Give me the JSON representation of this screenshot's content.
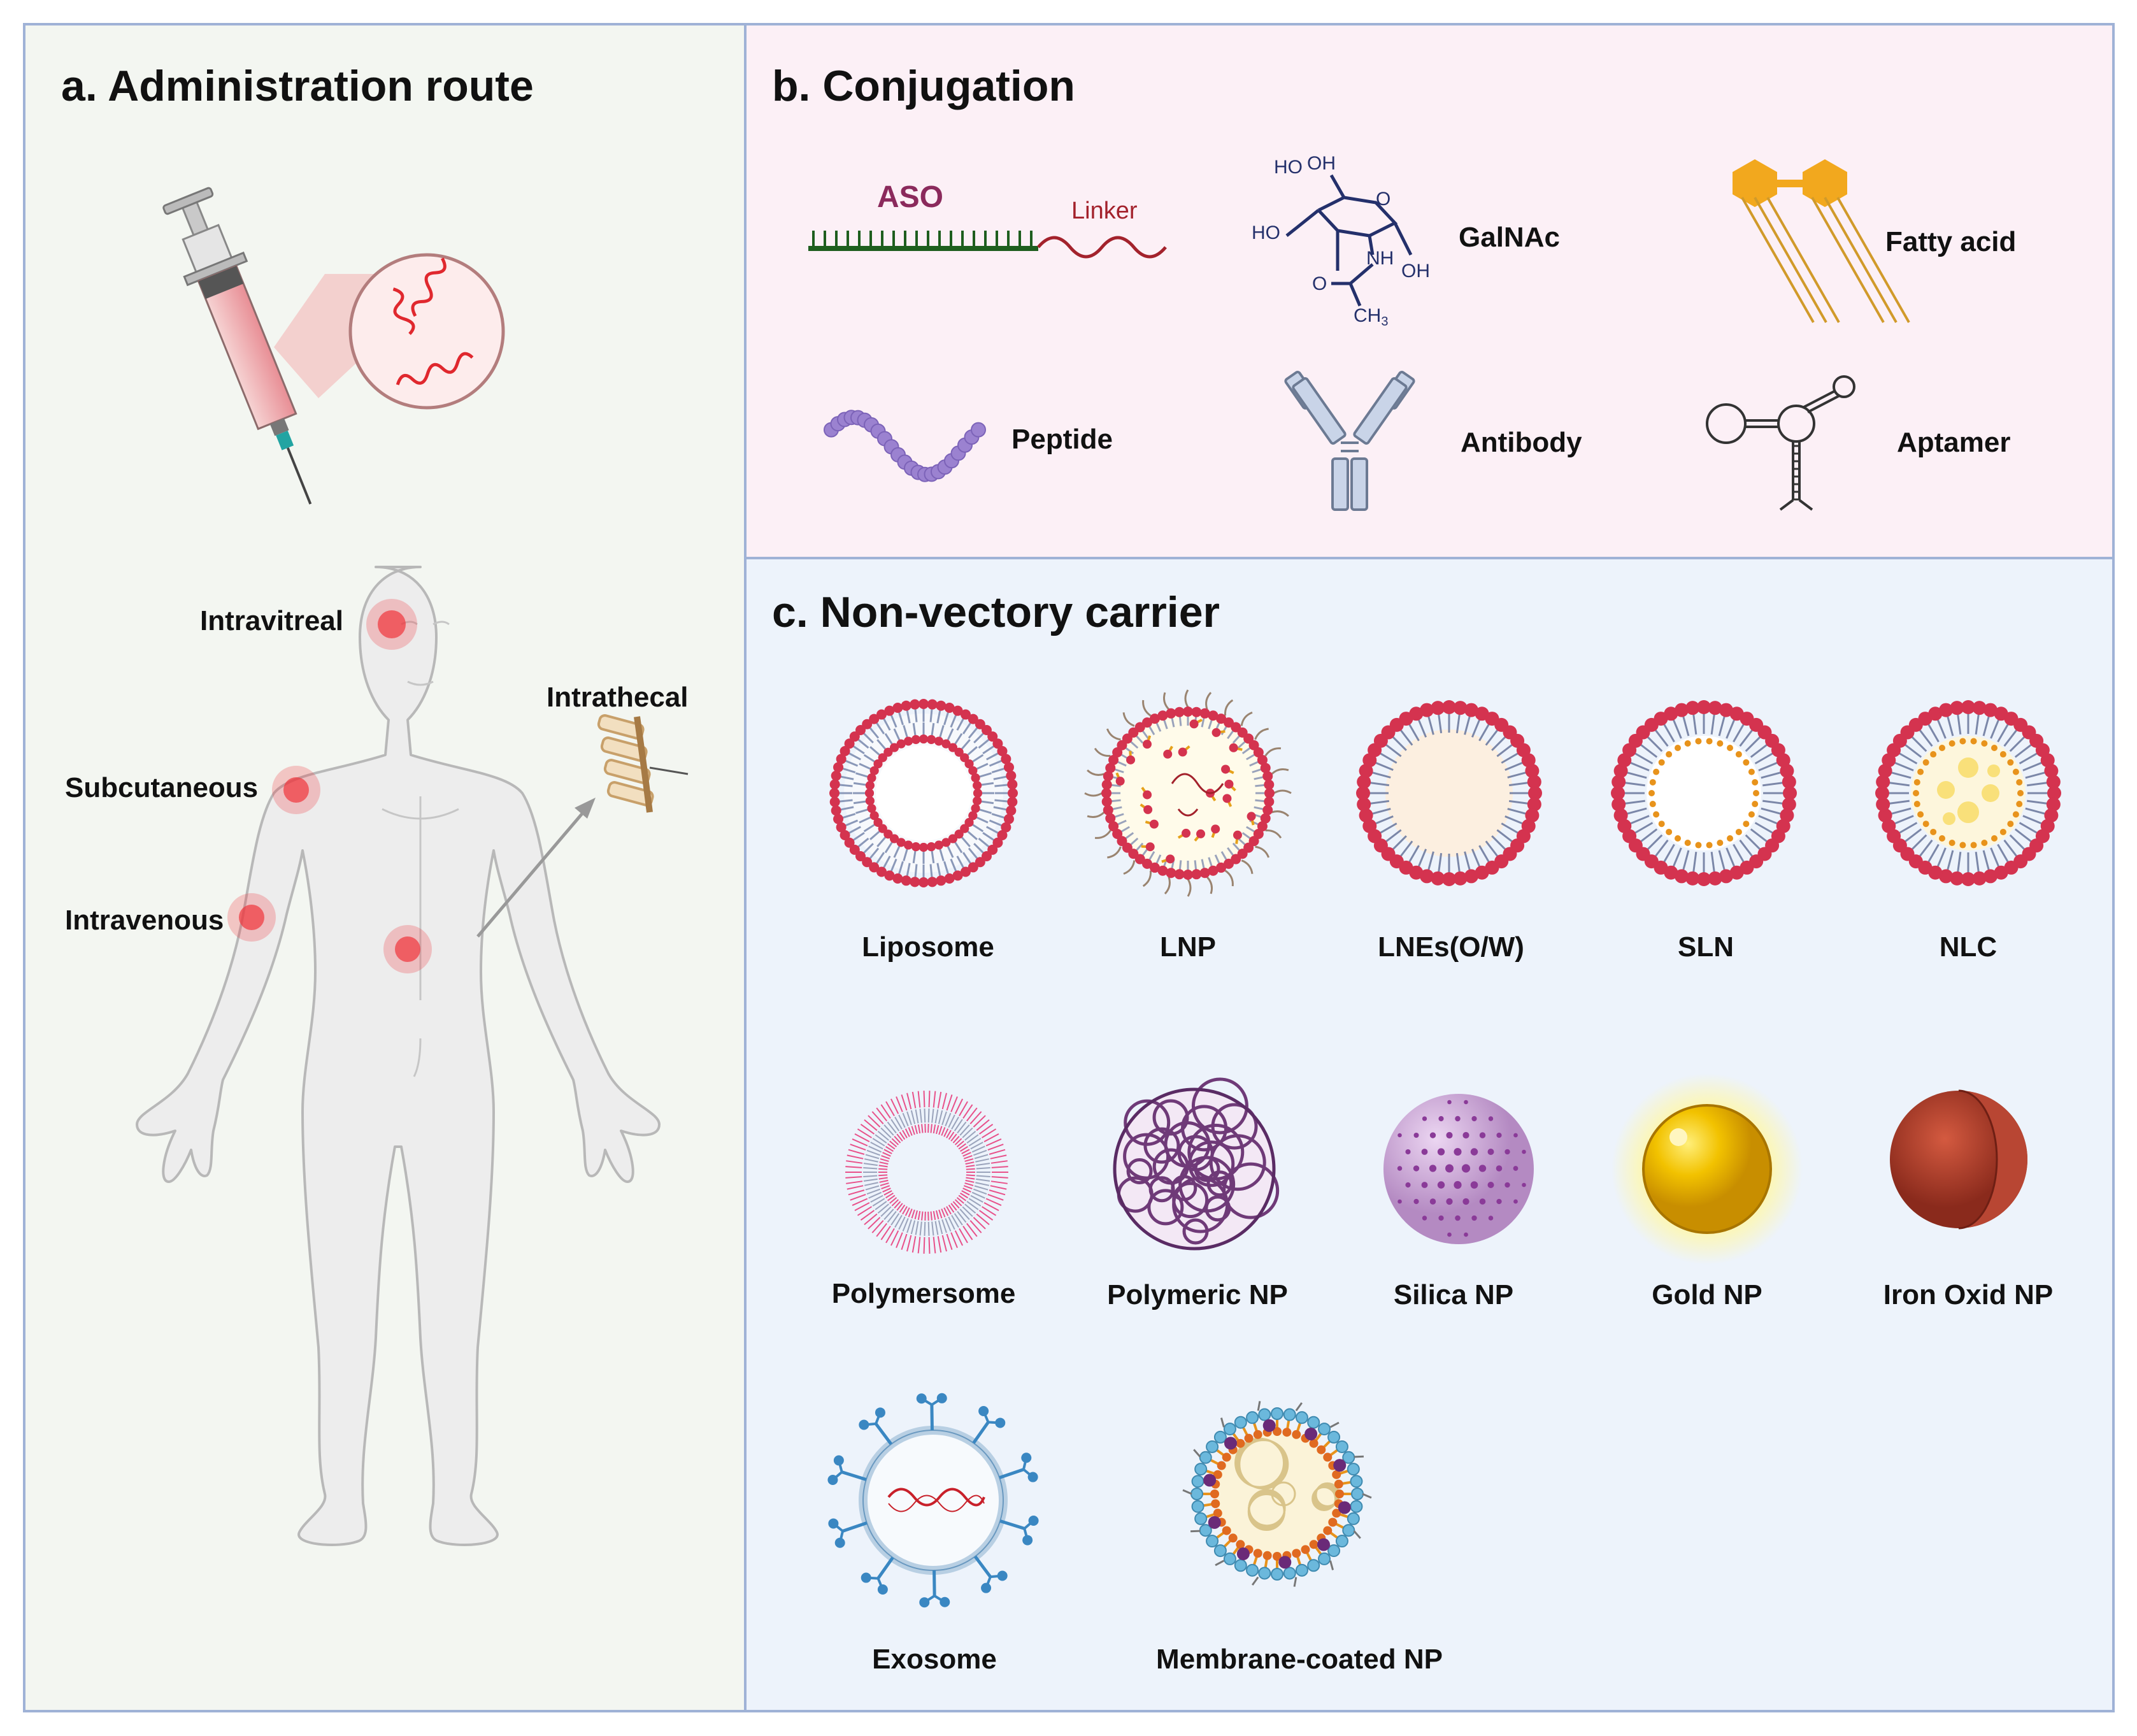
{
  "panel_a": {
    "title": "a. Administration route",
    "routes": {
      "intravitreal": "Intravitreal",
      "intrathecal": "Intrathecal",
      "subcutaneous": "Subcutaneous",
      "intravenous": "Intravenous"
    }
  },
  "panel_b": {
    "title": "b. Conjugation",
    "aso": "ASO",
    "linker": "Linker",
    "galnac": "GalNAc",
    "fatty_acid": "Fatty acid",
    "peptide": "Peptide",
    "antibody": "Antibody",
    "aptamer": "Aptamer",
    "chem": {
      "ho1": "HO",
      "oh1": "OH",
      "ho2": "HO",
      "o": "O",
      "nh": "NH",
      "oh2": "OH",
      "o2": "O",
      "ch3": "CH",
      "sub3": "3"
    }
  },
  "panel_c": {
    "title": "c. Non-vectory carrier",
    "carriers": [
      "Liposome",
      "LNP",
      "LNEs(O/W)",
      "SLN",
      "NLC",
      "Polymersome",
      "Polymeric NP",
      "Silica NP",
      "Gold NP",
      "Iron Oxid NP",
      "Exosome",
      "Membrane-coated NP"
    ]
  },
  "colors": {
    "panel_a_bg": "#f3f6f1",
    "panel_b_bg": "#fcf0f6",
    "panel_c_bg": "#edf3fb",
    "border": "#9fb2d6",
    "aso_text": "#8b2a5c",
    "lipid_head": "#d4334f",
    "injection_spot": "#f0343c"
  }
}
